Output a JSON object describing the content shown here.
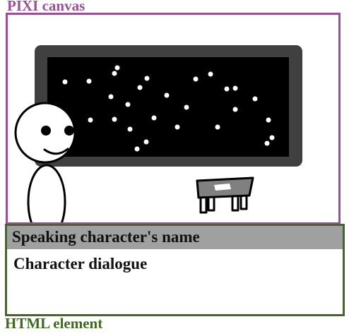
{
  "canvas": {
    "label": "PIXI canvas",
    "frame_color": "#9b4f96"
  },
  "dialog": {
    "speaker_name": "Speaking character's name",
    "dialogue": "Character dialogue",
    "name_bar_color": "#a0a0a0",
    "frame_color": "#3e6b1f"
  },
  "html_element": {
    "label": "HTML element"
  },
  "scene": {
    "screen_frame_color": "#404040",
    "screen_color": "#000000",
    "star_color": "#ffffff",
    "table_color": "#808080"
  }
}
